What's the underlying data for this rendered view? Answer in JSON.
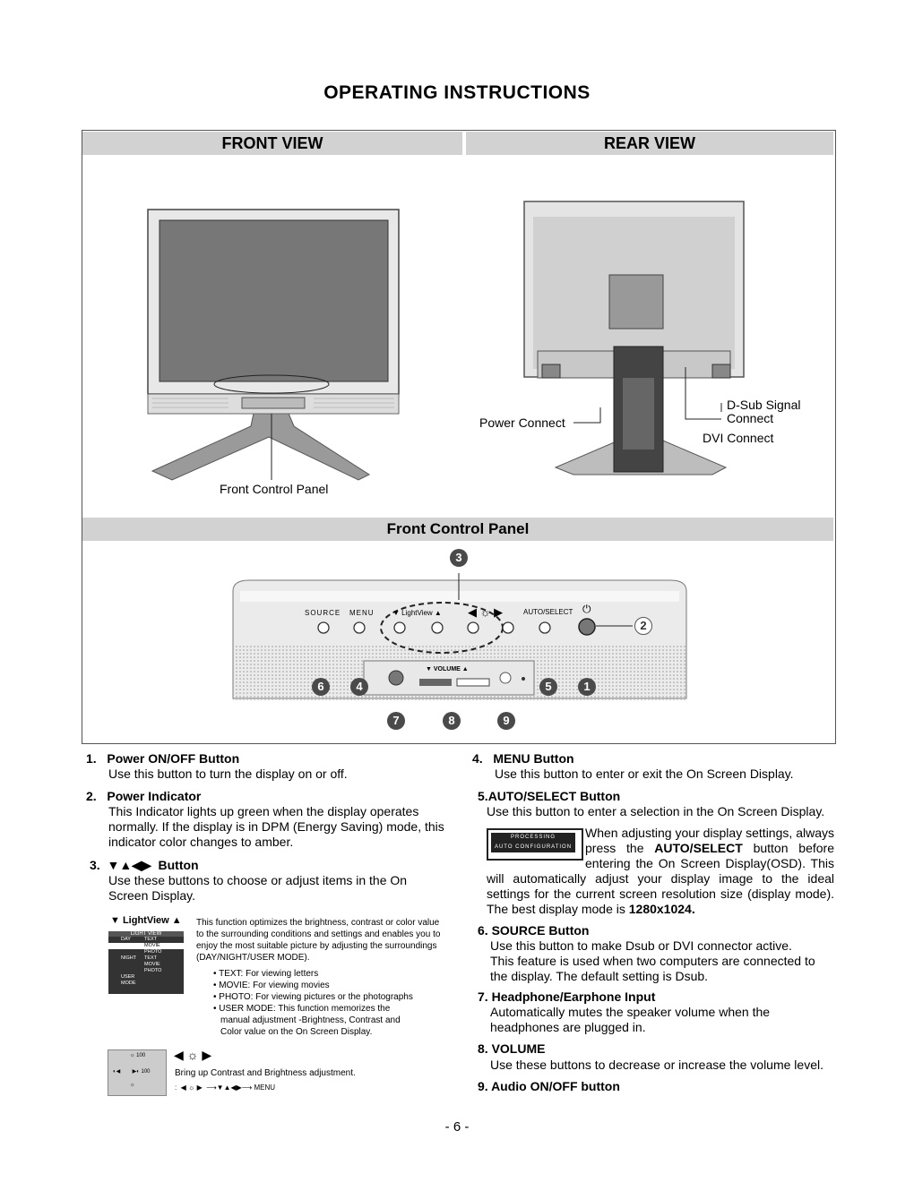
{
  "title": "OPERATING INSTRUCTIONS",
  "front_view_title": "FRONT VIEW",
  "rear_view_title": "REAR VIEW",
  "front_labels": {
    "front_control_panel": "Front Control Panel"
  },
  "rear_labels": {
    "power_connect": "Power Connect",
    "dsub_signal": "D-Sub Signal",
    "dsub_connect": "Connect",
    "dvi_connect": "DVI Connect"
  },
  "front_control_panel_title": "Front Control Panel",
  "panel": {
    "source": "SOURCE",
    "menu": "MENU",
    "lightview": "LightView",
    "auto_select": "AUTO/SELECT",
    "volume": "VOLUME",
    "numbers": [
      "3",
      "2",
      "6",
      "4",
      "5",
      "1",
      "7",
      "8",
      "9"
    ]
  },
  "items": [
    {
      "num": "1.",
      "title": "Power ON/OFF Button",
      "desc": "Use this button to turn the display on or off."
    },
    {
      "num": "2.",
      "title": "Power Indicator",
      "desc": "This Indicator lights up green when the display operates normally. If the display is in DPM (Energy Saving) mode, this indicator color changes to amber."
    },
    {
      "num": "3.",
      "title": "Button",
      "desc": "Use these buttons to choose or adjust items in the  On Screen Display."
    },
    {
      "num": "4.",
      "title": "MENU Button",
      "desc": "Use this button to enter or exit the On Screen Display."
    },
    {
      "num": "5.",
      "title": "AUTO/SELECT Button",
      "desc": "Use this button to enter a selection in the On Screen Display."
    },
    {
      "num": "6.",
      "title": "SOURCE Button",
      "desc1": "Use this button to make Dsub or DVI connector active.",
      "desc2": "This feature is used when two computers are connected to the display. The default setting is Dsub."
    },
    {
      "num": "7.",
      "title": "Headphone/Earphone Input",
      "desc": "Automatically mutes the speaker volume when the headphones are plugged in."
    },
    {
      "num": "8.",
      "title": "VOLUME",
      "desc": "Use these buttons to decrease or increase the volume level."
    },
    {
      "num": "9.",
      "title": "Audio ON/OFF button"
    }
  ],
  "auto_note": {
    "processing": "PROCESSING",
    "auto_config": "AUTO CONFIGURATION",
    "text_a": "When adjusting your display settings, always press the ",
    "bold": "AUTO/SELECT",
    "text_b": " button before entering the On Screen Display(OSD). This will automatically adjust your display image to the ideal settings for the current screen resolution size (display mode).  The best display mode is ",
    "best_mode": "1280x1024."
  },
  "lightview_block": {
    "label": "LightView",
    "osd_title": "LIGHT VIEW",
    "osd_rows": [
      [
        "DAY",
        "TEXT"
      ],
      [
        "",
        "MOVIE"
      ],
      [
        "",
        "PHOTO"
      ],
      [
        "NIGHT",
        "TEXT"
      ],
      [
        "",
        "MOVIE"
      ],
      [
        "",
        "PHOTO"
      ],
      [
        "USER MODE",
        ""
      ]
    ],
    "desc": "This function optimizes the brightness, contrast or color value to the surrounding conditions and settings and enables you to enjoy the most suitable picture by adjusting the surroundings (DAY/NIGHT/USER MODE).",
    "bullets": [
      "• TEXT: For viewing letters",
      "• MOVIE: For viewing movies",
      "• PHOTO: For viewing pictures or the photographs",
      "• USER MODE: This function memorizes the",
      "manual adjustment -Brightness, Contrast and",
      "Color value on the On Screen Display."
    ]
  },
  "brightness_block": {
    "desc": "Bring up Contrast and Brightness adjustment.",
    "osd_100a": "100",
    "osd_100b": "100",
    "menu": "MENU"
  },
  "page_number": "- 6 -"
}
